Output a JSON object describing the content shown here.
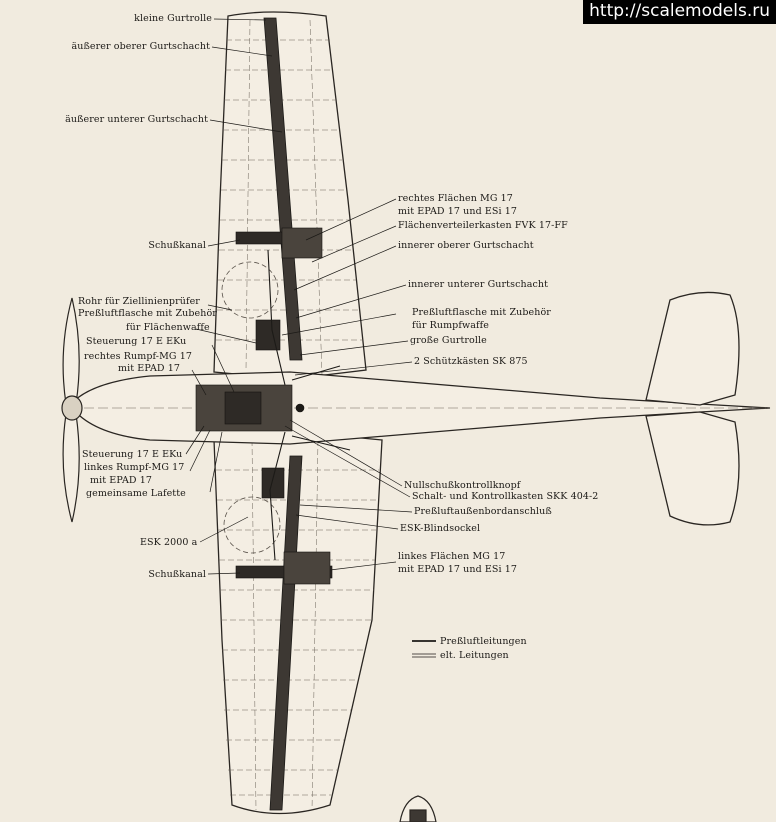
{
  "watermark": "http://scalemodels.ru",
  "labels": {
    "kleine_gurtrolle": "kleine Gurtrolle",
    "aeusserer_oberer_gurtschacht": "äußerer oberer Gurtschacht",
    "aeusserer_unterer_gurtschacht": "äußerer unterer Gurtschacht",
    "rechtes_flaechen_mg_1": "rechtes Flächen MG 17",
    "rechtes_flaechen_mg_2": "mit EPAD 17 und ESi 17",
    "flaechenverteilerkasten": "Flächenverteilerkasten FVK 17-FF",
    "schusskanal_top": "Schußkanal",
    "innerer_oberer_gurtschacht": "innerer oberer Gurtschacht",
    "innerer_unterer_gurtschacht": "innerer unterer Gurtschacht",
    "rohr_1": "Rohr für Ziellinienprüfer",
    "rohr_2": "Preßluftflasche mit Zubehör",
    "rohr_3": "für Flächenwaffe",
    "steuerung_top": "Steuerung 17 E EKu",
    "rechtes_rumpf_1": "rechtes Rumpf-MG 17",
    "rechtes_rumpf_2": "mit EPAD 17",
    "pressluft_rumpf_1": "Preßluftflasche mit Zubehör",
    "pressluft_rumpf_2": "für Rumpfwaffe",
    "grosse_gurtrolle": "große Gurtrolle",
    "schuetzkaesten": "2 Schützkästen SK 875",
    "steuerung_bottom": "Steuerung 17 E EKu",
    "linkes_rumpf_1": "linkes Rumpf-MG 17",
    "linkes_rumpf_2": "mit EPAD 17",
    "gemeinsame_lafette": "gemeinsame Lafette",
    "nullschuss": "Nullschußkontrollknopf",
    "schalt_kontroll": "Schalt- und Kontrollkasten SKK 404-2",
    "pressluftaussenbord": "Preßluftaußenbordanschluß",
    "esk_blindsockel": "ESK-Blindsockel",
    "esk_2000": "ESK 2000 a",
    "linkes_flaechen_mg_1": "linkes Flächen MG 17",
    "linkes_flaechen_mg_2": "mit EPAD 17 und ESi 17",
    "schusskanal_bottom": "Schußkanal"
  },
  "legend": {
    "pressluftleitungen": "Preßluftleitungen",
    "elt_leitungen": "elt. Leitungen"
  }
}
